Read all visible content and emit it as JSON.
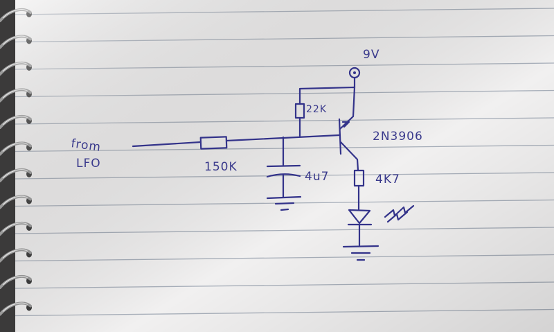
{
  "notebook": {
    "paper_color": "#f1f0f0",
    "rule_color": "#8f9aa8",
    "ink_color": "#33338a",
    "spiral_color": "#9a9a9a"
  },
  "schematic": {
    "input_label_line1": "from",
    "input_label_line2": "LFO",
    "resistor_input_label": "150K",
    "capacitor_label": "4u7",
    "resistor_bias_label": "22K",
    "supply_label": "9V",
    "transistor_label": "2N3906",
    "resistor_led_label": "4K7",
    "led_label": "LED"
  }
}
